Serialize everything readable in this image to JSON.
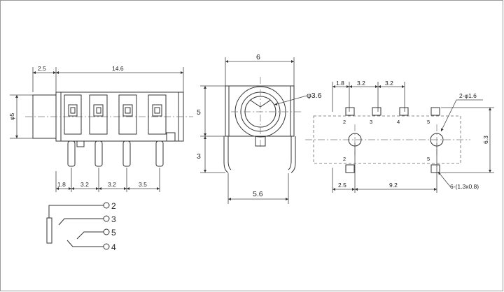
{
  "front_view": {
    "dims": {
      "top_left": "2.5",
      "top_length": "14.6",
      "left_dia": "φ5",
      "bottom_1": "1.8",
      "bottom_2": "3.2",
      "bottom_3": "3.2",
      "bottom_4": "3.5"
    }
  },
  "side_view": {
    "dims": {
      "width_top": "6",
      "hole_dia": "φ3.6",
      "height_upper": "5",
      "height_lower": "3",
      "width_bottom": "5.6"
    }
  },
  "pcb_layout": {
    "dims": {
      "top_1": "1.8",
      "top_2": "3.2",
      "top_3": "3.2",
      "hole_note": "2-φ1.6",
      "height": "6.3",
      "bottom_1": "2.5",
      "bottom_2": "9.2",
      "pad_note": "6-(1.3x0.8)"
    },
    "pad_labels": {
      "top_1": "2",
      "top_2": "3",
      "top_3": "4",
      "top_4": "5",
      "bottom_1": "2",
      "bottom_2": "5"
    }
  },
  "schematic": {
    "labels": [
      "2",
      "3",
      "5",
      "4"
    ]
  }
}
